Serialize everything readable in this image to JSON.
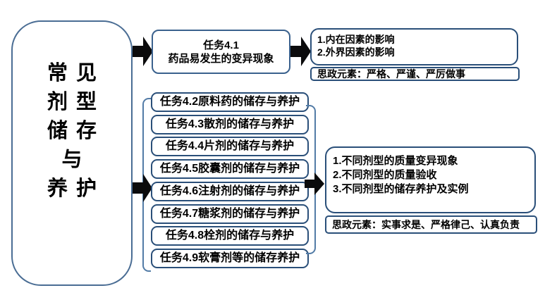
{
  "diagram": {
    "root": {
      "lines": [
        "常见",
        "剂型",
        "储存",
        "与",
        "养护"
      ]
    },
    "task41": {
      "line1": "任务4.1",
      "line2": "药品易发生的变异现象"
    },
    "factors": {
      "items": [
        "1.内在因素的影响",
        "2.外界因素的影响"
      ]
    },
    "szys1": "思政元素：严格、严谨、严厉做事",
    "tasks": [
      "任务4.2原料药的储存与养护",
      "任务4.3散剂的储存与养护",
      "任务4.4片剂的储存与养护",
      "任务4.5胶囊剂的储存与养护",
      "任务4.6注射剂的储存与养护",
      "任务4.7糖浆剂的储存与养护",
      "任务4.8栓剂的储存与养护",
      "任务4.9软膏剂等的储存养护"
    ],
    "outcomes": {
      "items": [
        "1.不同剂型的质量变异现象",
        "2.不同剂型的质量验收",
        "3.不同剂型的储存养护及实例"
      ]
    },
    "szys2": "思政元素：实事求是、严格律己、认真负责",
    "colors": {
      "root_border": "#4a6d94",
      "top_border": "#3a618d",
      "dark_border": "#2a4f79",
      "bracket": "#527ba6",
      "arrow": "#0b0b0c"
    }
  }
}
